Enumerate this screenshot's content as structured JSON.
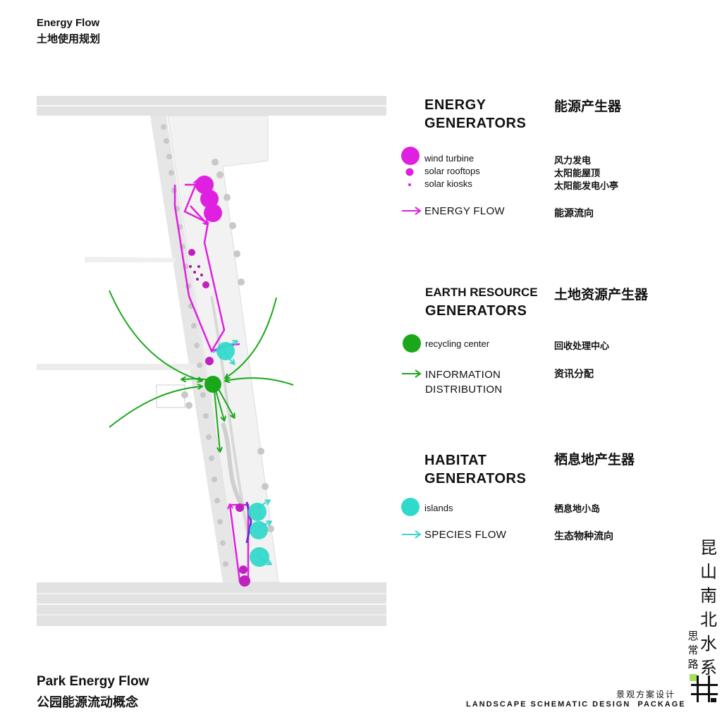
{
  "header": {
    "title_en": "Energy Flow",
    "title_cn": "土地使用规划"
  },
  "footer": {
    "title_en": "Park Energy Flow",
    "title_cn": "公园能源流动概念"
  },
  "colors": {
    "energy": "#e020e0",
    "earth": "#1aa81a",
    "habitat": "#2fd9cc",
    "species_arrow": "#3dd6d0",
    "energy_flow_dark": "#6a2fd0"
  },
  "legend": {
    "energy": {
      "title_line1": "ENERGY",
      "title_line2": "GENERATORS",
      "title_cn": "能源产生器",
      "items": [
        {
          "label": "wind turbine",
          "label_cn": "风力发电",
          "icon": "large-magenta-circle"
        },
        {
          "label": "solar rooftops",
          "label_cn": "太阳能屋顶",
          "icon": "medium-magenta-circle"
        },
        {
          "label": "solar kiosks",
          "label_cn": "太阳能发电小亭",
          "icon": "small-magenta-dot"
        }
      ],
      "flow_label": "ENERGY FLOW",
      "flow_cn": "能源流向"
    },
    "earth": {
      "title_line1": "EARTH RESOURCE",
      "title_line2": "GENERATORS",
      "title_cn": "土地资源产生器",
      "items": [
        {
          "label": "recycling center",
          "label_cn": "回收处理中心",
          "icon": "green-circle"
        }
      ],
      "flow_label_line1": "INFORMATION",
      "flow_label_line2": "DISTRIBUTION",
      "flow_cn": "资讯分配"
    },
    "habitat": {
      "title_line1": "HABITAT",
      "title_line2": "GENERATORS",
      "title_cn": "栖息地产生器",
      "items": [
        {
          "label": "islands",
          "label_cn": "栖息地小岛",
          "icon": "cyan-circle"
        }
      ],
      "flow_label": "SPECIES FLOW",
      "flow_cn": "生态物种流向"
    }
  },
  "brand": {
    "vertical_main": "昆山南北水系",
    "vertical_sub": "思常路",
    "package_cn": "景观方案设计",
    "package_en": "LANDSCAPE SCHEMATIC DESIGN  PACKAGE"
  }
}
